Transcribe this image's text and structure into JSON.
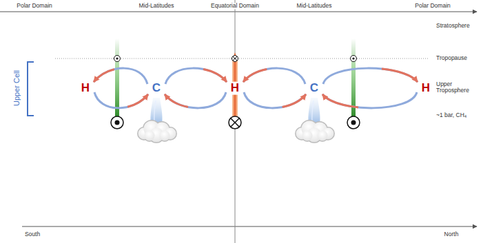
{
  "diagram": {
    "labels": [
      "Polar Domain",
      "Mid-Latitudes",
      "Equatorial Domain",
      "Mid-Latitudes",
      "Polar Domain",
      "Stratosphere",
      "Tropopause",
      "Upper Cell",
      "H",
      "C",
      "H",
      "C",
      "H",
      "Upper Troposphere",
      "~1 bar, CH₄",
      "South",
      "North"
    ]
  }
}
